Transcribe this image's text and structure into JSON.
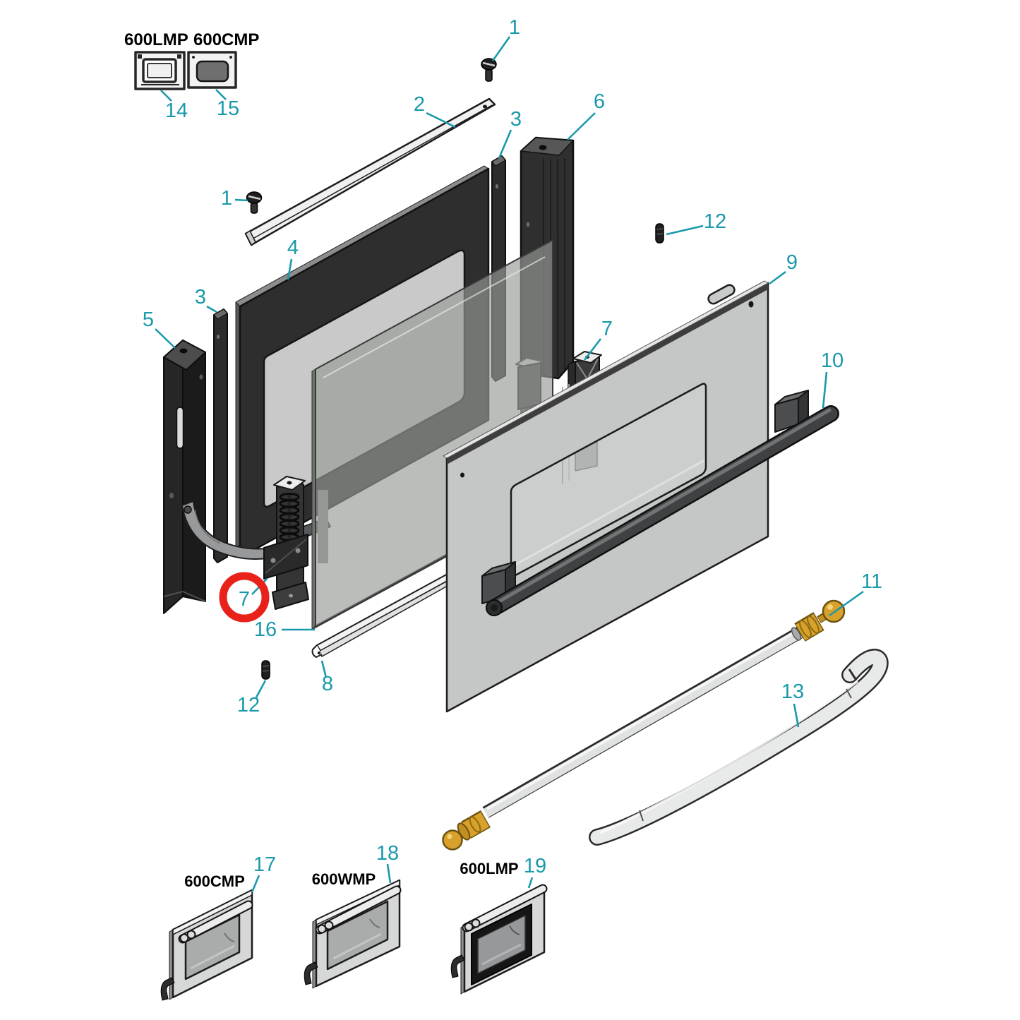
{
  "diagram": {
    "type": "exploded-parts-diagram",
    "subject": "oven-door-assembly",
    "colors": {
      "callout": "#1999ab",
      "highlight_ring": "#e8221b",
      "ink": "#1a1a1a"
    },
    "highlighted_callout": "7",
    "models_top": {
      "lmp": "600LMP",
      "cmp": "600CMP"
    },
    "models_bottom": {
      "cmp": "600CMP",
      "wmp": "600WMP",
      "lmp": "600LMP"
    },
    "callouts": {
      "n1_top": "1",
      "n1_left": "1",
      "n2": "2",
      "n3_top": "3",
      "n3_left": "3",
      "n4": "4",
      "n5": "5",
      "n6": "6",
      "n7_upper": "7",
      "n7_lower": "7",
      "n8": "8",
      "n9": "9",
      "n10": "10",
      "n11": "11",
      "n12_right": "12",
      "n12_bottom": "12",
      "n13": "13",
      "n14": "14",
      "n15": "15",
      "n16": "16",
      "n17": "17",
      "n18": "18",
      "n19": "19"
    }
  }
}
